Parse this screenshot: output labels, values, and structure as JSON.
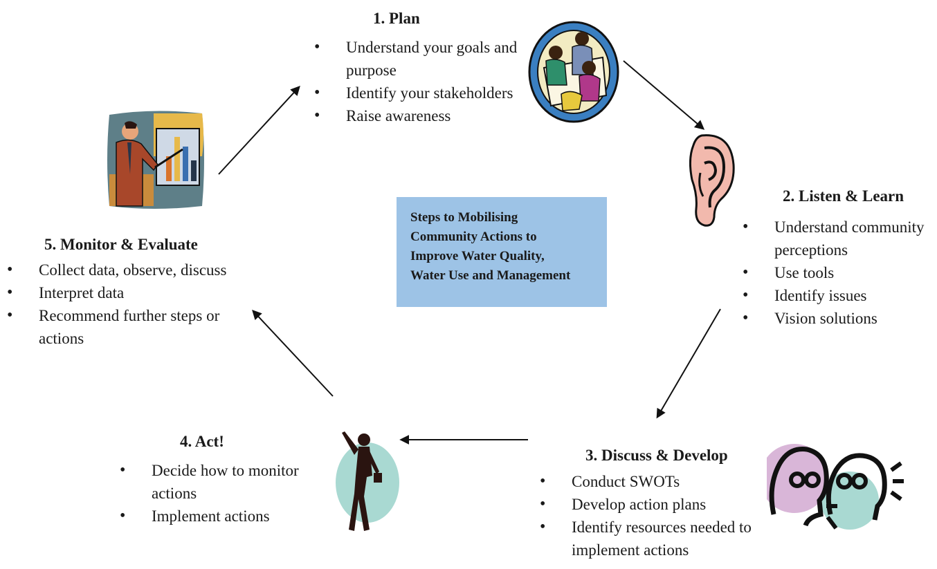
{
  "center": {
    "lines": [
      "Steps to Mobilising",
      "Community Actions to",
      "Improve Water Quality,",
      "Water Use and Management"
    ],
    "color": "#9dc3e6"
  },
  "steps": {
    "plan": {
      "title": "1. Plan",
      "bullets": [
        "Understand your goals and",
        "purpose",
        "Identify your stakeholders",
        "Raise awareness"
      ],
      "icon": "meeting-group-icon"
    },
    "listen": {
      "title": "2. Listen & Learn",
      "bullets": [
        "Understand community",
        "perceptions",
        "Use tools",
        "Identify issues",
        "Vision solutions"
      ],
      "icon": "ear-icon"
    },
    "discuss": {
      "title": "3. Discuss & Develop",
      "bullets": [
        "Conduct SWOTs",
        "Develop action plans",
        "Identify resources needed to",
        "implement actions"
      ],
      "icon": "two-faces-talking-icon"
    },
    "act": {
      "title": "4. Act!",
      "bullets": [
        "Decide how to monitor",
        "actions",
        "Implement actions"
      ],
      "icon": "walking-businessman-icon"
    },
    "monitor": {
      "title": "5. Monitor & Evaluate",
      "bullets": [
        "Collect data, observe, discuss",
        "Interpret data",
        "Recommend further steps or",
        "actions"
      ],
      "icon": "presenter-chart-icon"
    }
  }
}
